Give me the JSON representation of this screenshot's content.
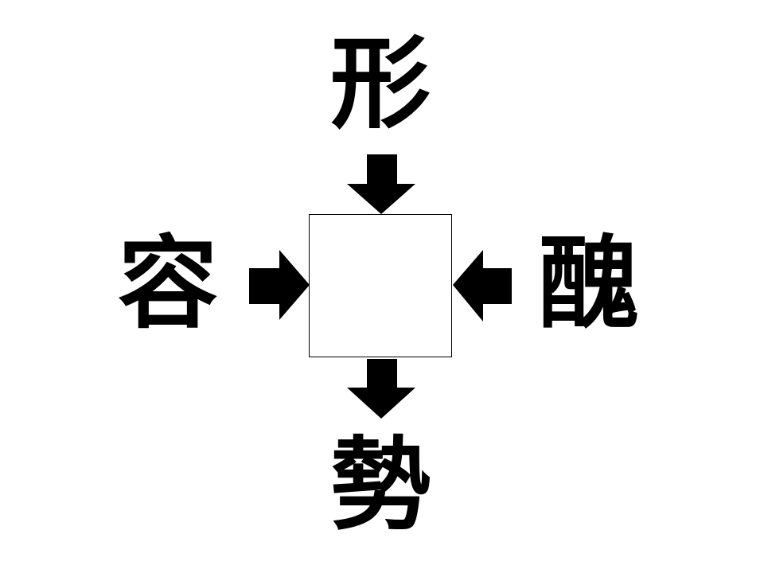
{
  "puzzle": {
    "top": "形",
    "left": "容",
    "right": "醜",
    "bottom": "勢",
    "answer": ""
  },
  "colors": {
    "ink": "#000000",
    "background": "#ffffff"
  },
  "icons": {
    "top_arrow": "arrow-down-icon",
    "left_arrow": "arrow-right-icon",
    "right_arrow": "arrow-left-icon",
    "bottom_arrow": "arrow-down-icon"
  }
}
